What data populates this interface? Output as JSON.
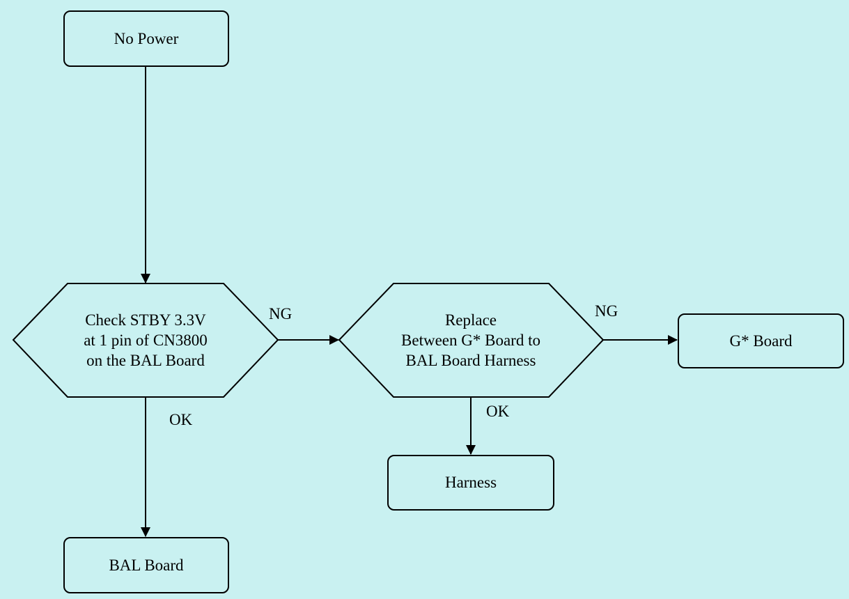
{
  "diagram": {
    "nodes": {
      "no_power": {
        "label": "No Power"
      },
      "check_stby": {
        "lines": [
          "Check STBY 3.3V",
          "at 1 pin of CN3800",
          "on the BAL Board"
        ]
      },
      "replace_harness": {
        "lines": [
          "Replace",
          "Between G* Board to",
          "BAL Board Harness"
        ]
      },
      "g_board": {
        "label": "G* Board"
      },
      "harness": {
        "label": "Harness"
      },
      "bal_board": {
        "label": "BAL Board"
      }
    },
    "edge_labels": {
      "check_ng": "NG",
      "check_ok": "OK",
      "replace_ng": "NG",
      "replace_ok": "OK"
    }
  },
  "colors": {
    "background": "#c9f1f1",
    "stroke": "#000000"
  }
}
